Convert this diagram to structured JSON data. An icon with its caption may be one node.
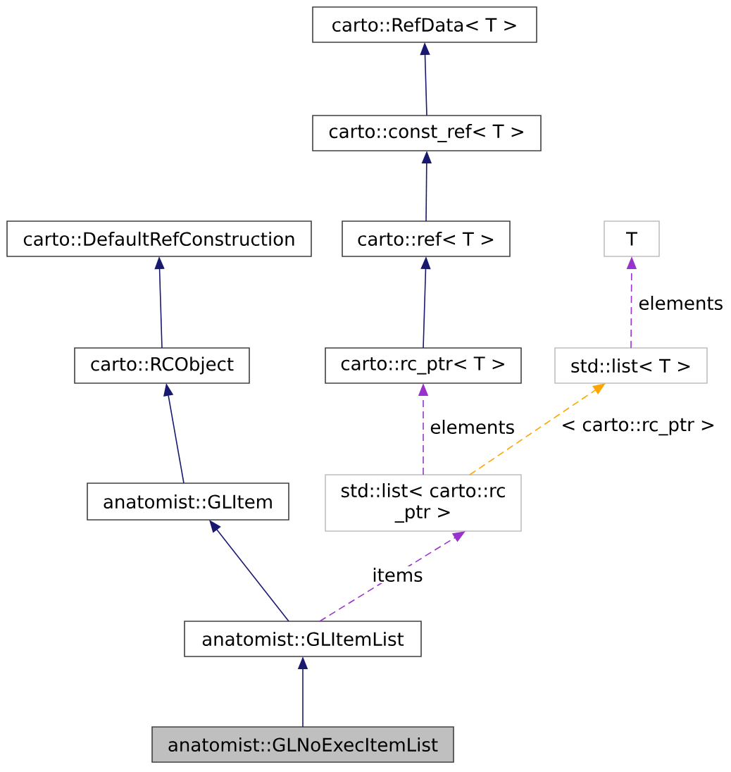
{
  "diagram": {
    "nodes": [
      {
        "text": [
          "carto::RefData< T >"
        ]
      },
      {
        "text": [
          "carto::const_ref< T >"
        ]
      },
      {
        "text": [
          "carto::DefaultRefConstruction"
        ]
      },
      {
        "text": [
          "carto::ref< T >"
        ]
      },
      {
        "text": [
          "T"
        ]
      },
      {
        "text": [
          "carto::RCObject"
        ]
      },
      {
        "text": [
          "carto::rc_ptr< T >"
        ]
      },
      {
        "text": [
          "std::list< T >"
        ]
      },
      {
        "text": [
          "anatomist::GLItem"
        ]
      },
      {
        "text": [
          "std::list< carto::rc _ptr >"
        ]
      },
      {
        "text": [
          "anatomist::GLItemList"
        ]
      },
      {
        "text": [
          "anatomist::GLNoExecItemList"
        ]
      }
    ],
    "edges": [
      {
        "from": 1,
        "to": 0,
        "arrow": "to"
      },
      {
        "from": 3,
        "to": 1,
        "arrow": "to"
      },
      {
        "from": 5,
        "to": 2,
        "arrow": "to"
      },
      {
        "from": 6,
        "to": 3,
        "arrow": "to"
      },
      {
        "from": 8,
        "to": 5,
        "arrow": "to"
      },
      {
        "from": 10,
        "to": 8,
        "arrow": "to"
      },
      {
        "from": 11,
        "to": 10,
        "arrow": "to"
      },
      {
        "from": 7,
        "to": 4,
        "arrow": "to",
        "label": "elements",
        "style": "dashed",
        "color": "#9a32cd"
      },
      {
        "from": 9,
        "to": 6,
        "arrow": "to",
        "label": "elements",
        "style": "dashed",
        "color": "#9a32cd"
      },
      {
        "from": 9,
        "to": 7,
        "arrow": "to",
        "label": "< carto::rc_ptr >",
        "style": "dashed",
        "color": "#ffa500"
      },
      {
        "from": 10,
        "to": 9,
        "arrow": "to",
        "label": "items",
        "style": "dashed",
        "color": "#9a32cd"
      }
    ]
  }
}
